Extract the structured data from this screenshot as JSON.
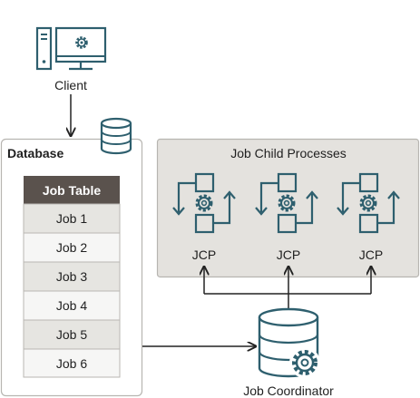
{
  "client": {
    "label": "Client"
  },
  "database": {
    "label": "Database",
    "table_header": "Job Table",
    "jobs": [
      "Job 1",
      "Job 2",
      "Job 3",
      "Job 4",
      "Job 5",
      "Job 6"
    ]
  },
  "child_processes": {
    "title": "Job Child Processes",
    "items": [
      "JCP",
      "JCP",
      "JCP"
    ]
  },
  "coordinator": {
    "label": "Job Coordinator"
  },
  "colors": {
    "icon_teal": "#2e5f6e",
    "header_dark": "#5a524d",
    "panel_gray": "#e4e2de",
    "row_light": "#f6f6f5",
    "row_shaded": "#e6e5e1"
  }
}
